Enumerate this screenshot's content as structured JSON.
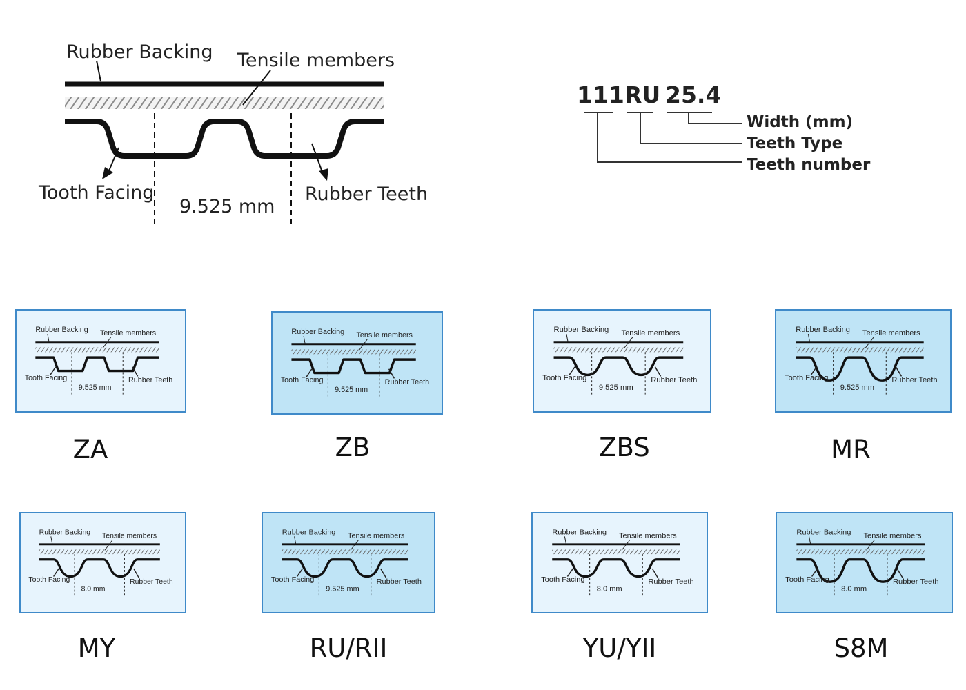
{
  "main_diagram": {
    "rubber_backing": "Rubber Backing",
    "tensile_members": "Tensile members",
    "tooth_facing": "Tooth Facing",
    "rubber_teeth": "Rubber Teeth",
    "pitch": "9.525 mm"
  },
  "code_legend": {
    "teeth_number": "111",
    "teeth_type": "RU",
    "width": "25.4",
    "width_label": "Width (mm)",
    "type_label": "Teeth Type",
    "number_label": "Teeth number"
  },
  "profiles": [
    {
      "name": "ZA",
      "shape": "trapezoid",
      "pitch": "9.525 mm",
      "bg": "light"
    },
    {
      "name": "ZB",
      "shape": "trapezoid",
      "pitch": "9.525 mm",
      "bg": "dark"
    },
    {
      "name": "ZBS",
      "shape": "round",
      "pitch": "9.525 mm",
      "bg": "light"
    },
    {
      "name": "MR",
      "shape": "deep",
      "pitch": "9.525 mm",
      "bg": "dark"
    },
    {
      "name": "MY",
      "shape": "round",
      "pitch": "8.0 mm",
      "bg": "light"
    },
    {
      "name": "RU/RII",
      "shape": "round",
      "pitch": "9.525 mm",
      "bg": "dark"
    },
    {
      "name": "YU/YII",
      "shape": "round",
      "pitch": "8.0 mm",
      "bg": "light"
    },
    {
      "name": "S8M",
      "shape": "deep",
      "pitch": "8.0 mm",
      "bg": "dark"
    }
  ],
  "mini_labels": {
    "rubber_backing": "Rubber Backing",
    "tensile_members": "Tensile members",
    "tooth_facing": "Tooth Facing",
    "rubber_teeth": "Rubber Teeth"
  },
  "colors": {
    "card_border": "#3f8ac9",
    "card_light": "#e7f4fd",
    "card_dark": "#bfe4f6"
  }
}
